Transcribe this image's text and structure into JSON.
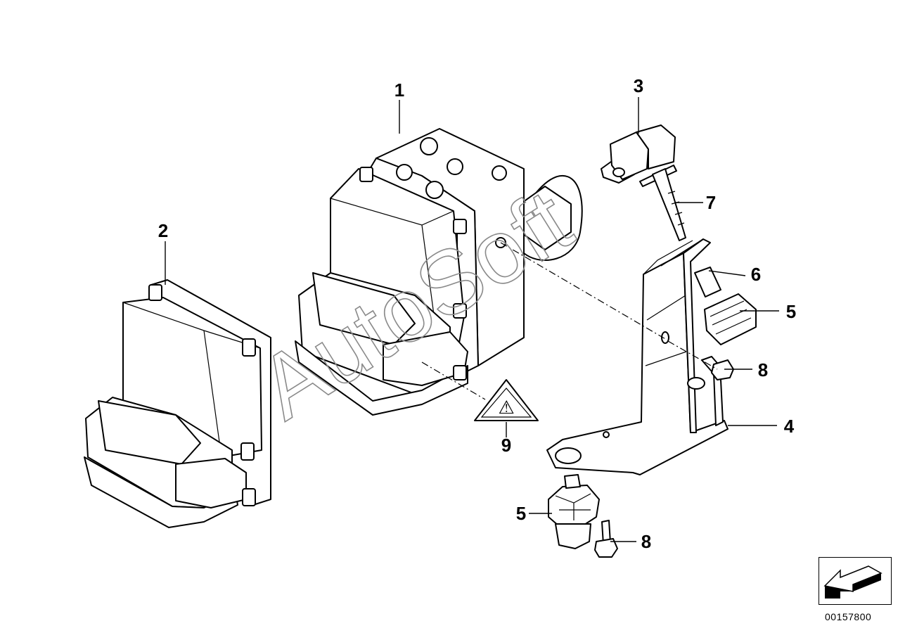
{
  "diagram": {
    "watermark": "AutoSoft",
    "reference_number": "00157800",
    "callouts": [
      "1",
      "2",
      "3",
      "4",
      "5",
      "5",
      "6",
      "7",
      "8",
      "8",
      "9"
    ],
    "warning_label_symbol": "⚠",
    "nav_icon": "back-arrow-icon"
  }
}
